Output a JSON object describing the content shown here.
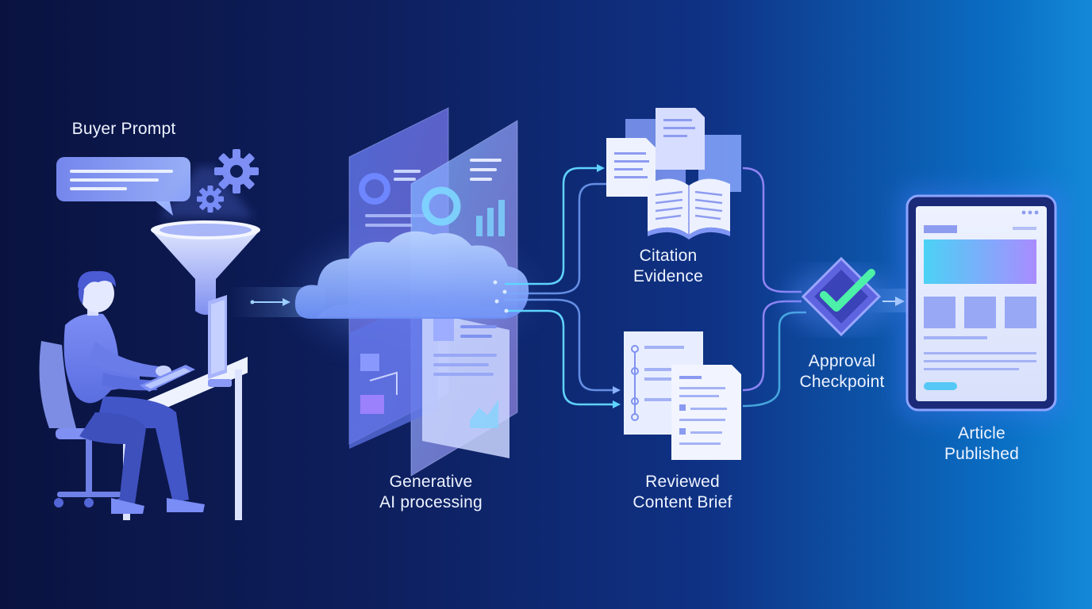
{
  "stages": {
    "buyer_prompt": {
      "label": "Buyer Prompt"
    },
    "generative_ai": {
      "line1": "Generative",
      "line2": "AI processing"
    },
    "citation_evidence": {
      "line1": "Citation",
      "line2": "Evidence"
    },
    "reviewed_brief": {
      "line1": "Reviewed",
      "line2": "Content Brief"
    },
    "approval": {
      "line1": "Approval",
      "line2": "Checkpoint"
    },
    "article": {
      "line1": "Article",
      "line2": "Published"
    }
  },
  "colors": {
    "accent_cyan": "#5fd3ff",
    "accent_violet": "#a58cff",
    "check_green": "#4df0a8",
    "panel_light": "#e8eeff"
  },
  "icons": [
    "chat-bubble-icon",
    "gear-icon",
    "funnel-icon",
    "person-at-desk-icon",
    "cloud-icon",
    "document-icon",
    "open-book-icon",
    "checkmark-icon",
    "tablet-icon"
  ]
}
